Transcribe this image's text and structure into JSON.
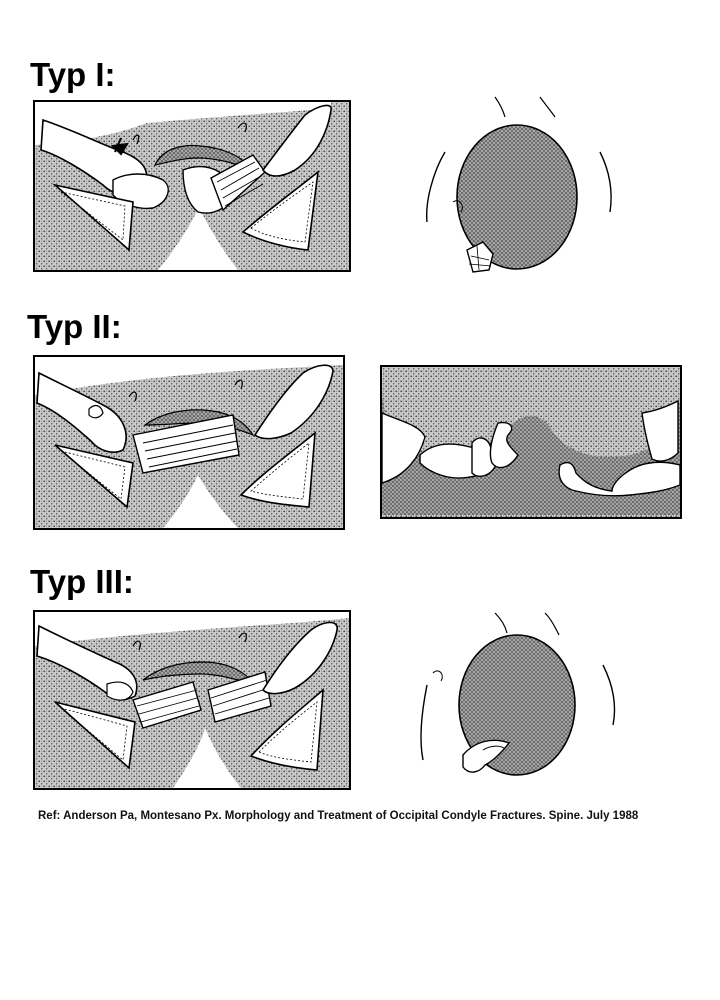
{
  "headings": {
    "type1": "Typ I:",
    "type2": "Typ II:",
    "type3": "Typ III:"
  },
  "reference": "Ref: Anderson Pa, Montesano Px. Morphology and Treatment of Occipital Condyle Fractures. Spine. July 1988",
  "colors": {
    "stipple": "#8a8a8a",
    "line": "#000000",
    "background": "#ffffff"
  }
}
